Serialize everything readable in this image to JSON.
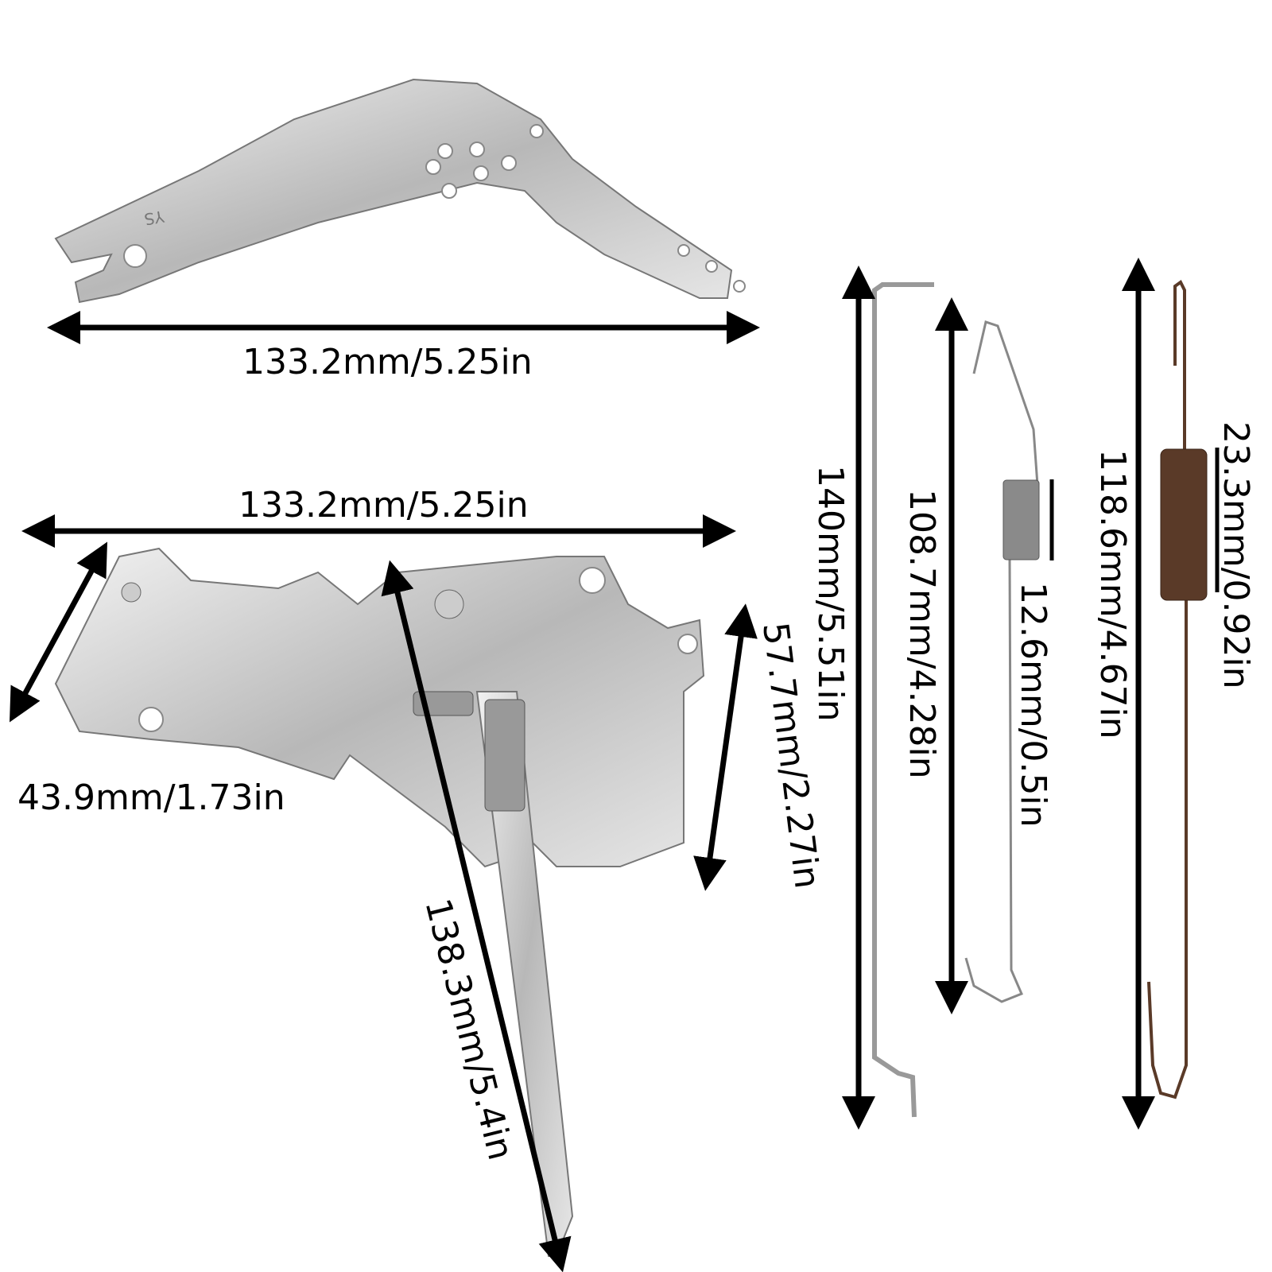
{
  "parts": {
    "throttle_arm": {
      "width_label": "133.2mm/5.25in",
      "embossed_mark": "YS"
    },
    "control_bracket": {
      "width_label": "133.2mm/5.25in",
      "side_label": "43.9mm/1.73in",
      "height_label": "57.7mm/2.27in",
      "lever_label": "138.3mm/5.4in"
    },
    "rod": {
      "length_label": "140mm/5.51in"
    },
    "small_spring": {
      "length_label": "108.7mm/4.28in",
      "coil_label": "12.6mm/0.5in"
    },
    "large_spring": {
      "length_label": "118.6mm/4.67in",
      "coil_label": "23.3mm/0.92in"
    }
  },
  "colors": {
    "metal": "#c8c8c8",
    "spring_brown": "#5a3a28",
    "dimension_lines": "#000000"
  }
}
